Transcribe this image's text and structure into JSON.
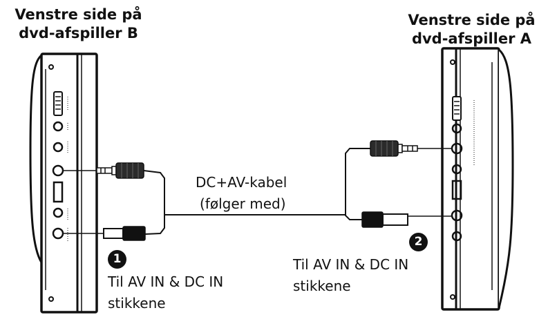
{
  "player_b": {
    "title_line1": "Venstre side på",
    "title_line2": "dvd-afspiller B"
  },
  "player_a": {
    "title_line1": "Venstre side på",
    "title_line2": "dvd-afspiller A"
  },
  "cable": {
    "label_line1": "DC+AV-kabel",
    "label_line2": "(følger med)"
  },
  "callout_1": {
    "number": "1",
    "text_line1": "Til AV IN & DC IN",
    "text_line2": "stikkene"
  },
  "callout_2": {
    "number": "2",
    "text_line1": "Til AV IN & DC IN",
    "text_line2": "stikkene"
  }
}
